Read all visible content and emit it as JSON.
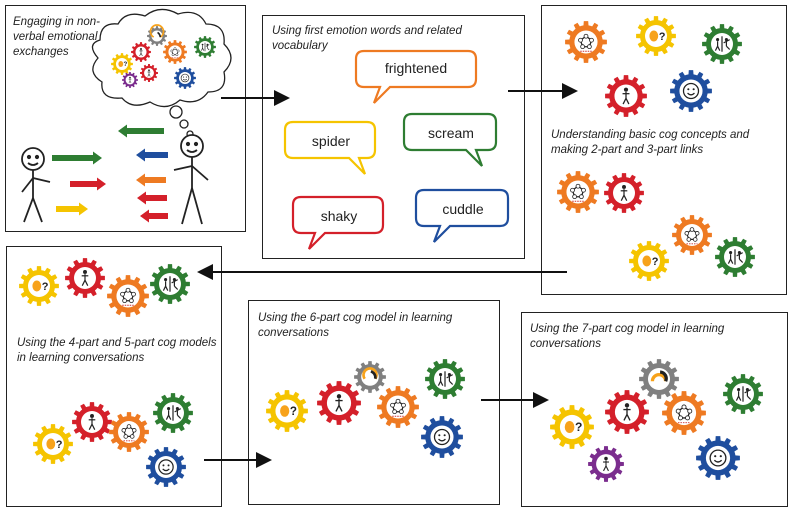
{
  "panels": {
    "p1": {
      "caption": "Engaging in non-verbal emotional exchanges"
    },
    "p2": {
      "caption": "Using first emotion words and related vocabulary",
      "words": [
        "frightened",
        "spider",
        "scream",
        "shaky",
        "cuddle"
      ]
    },
    "p3": {
      "caption": "Understanding basic cog concepts and making 2-part and 3-part links"
    },
    "p4": {
      "caption": "Using the 4-part and 5-part cog models in learning conversations"
    },
    "p5": {
      "caption": "Using the 6-part cog model in learning conversations"
    },
    "p6": {
      "caption": "Using the 7-part cog model in learning conversations"
    }
  },
  "colors": {
    "yellow": "#F5C400",
    "red": "#D4202A",
    "orange": "#EE7A22",
    "green": "#2E7D32",
    "blue": "#1F4E9E",
    "purple": "#7B2D8E",
    "gray": "#808080"
  },
  "icons": {
    "yellow": "question-face-icon",
    "red": "body-figure-icon",
    "orange": "emotion-faces-icon",
    "green": "action-figures-icon",
    "blue": "smiley-face-icon",
    "purple": "body-figure-icon",
    "gray": "gauge-icon"
  }
}
